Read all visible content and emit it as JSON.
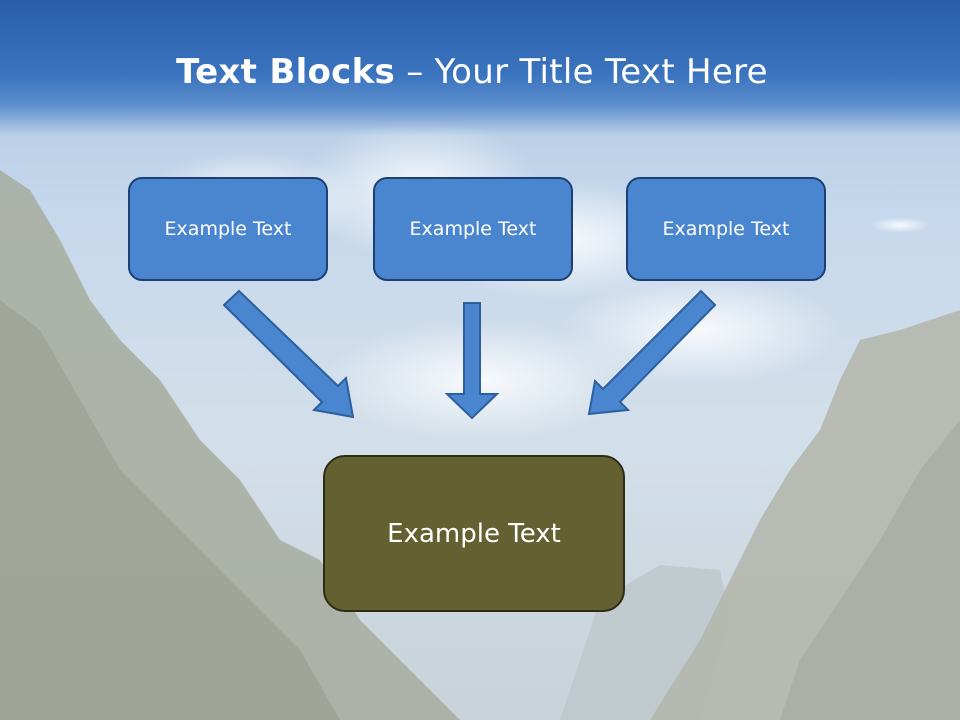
{
  "title": {
    "bold": "Text Blocks",
    "separator": "–",
    "subtitle": "Your Title Text Here"
  },
  "boxes": {
    "top": [
      "Example Text",
      "Example Text",
      "Example Text"
    ],
    "bottom": "Example Text"
  },
  "colors": {
    "title_bar": "#2b5ea8",
    "box_fill": "#4a86cf",
    "box_border": "#1d3f72",
    "target_fill": "#636131",
    "arrow_fill": "#4a86cf"
  }
}
